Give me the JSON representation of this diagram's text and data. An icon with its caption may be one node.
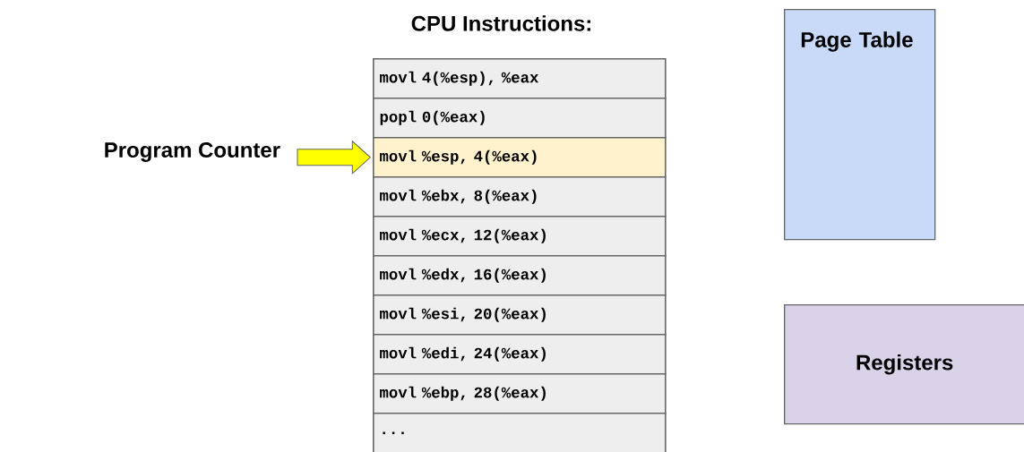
{
  "diagram": {
    "title": "CPU Instructions:",
    "nodes": [
      {
        "text": [
          "Program Counter"
        ]
      },
      {
        "text": [
          "movl 4(%esp), %eax"
        ]
      },
      {
        "text": [
          "popl 0(%eax)"
        ]
      },
      {
        "text": [
          "movl %esp, 4(%eax)"
        ]
      },
      {
        "text": [
          "movl %ebx, 8(%eax)"
        ]
      },
      {
        "text": [
          "movl %ecx, 12(%eax)"
        ]
      },
      {
        "text": [
          "movl %edx, 16(%eax)"
        ]
      },
      {
        "text": [
          "movl %esi, 20(%eax)"
        ]
      },
      {
        "text": [
          "movl %edi, 24(%eax)"
        ]
      },
      {
        "text": [
          "movl %ebp, 28(%eax)"
        ]
      },
      {
        "text": [
          "..."
        ]
      },
      {
        "text": [
          "Page Table"
        ]
      },
      {
        "text": [
          "Registers"
        ]
      }
    ],
    "edges": [
      {
        "from": 0,
        "to": 3,
        "arrow": "to",
        "color": "#ffff00"
      }
    ]
  }
}
